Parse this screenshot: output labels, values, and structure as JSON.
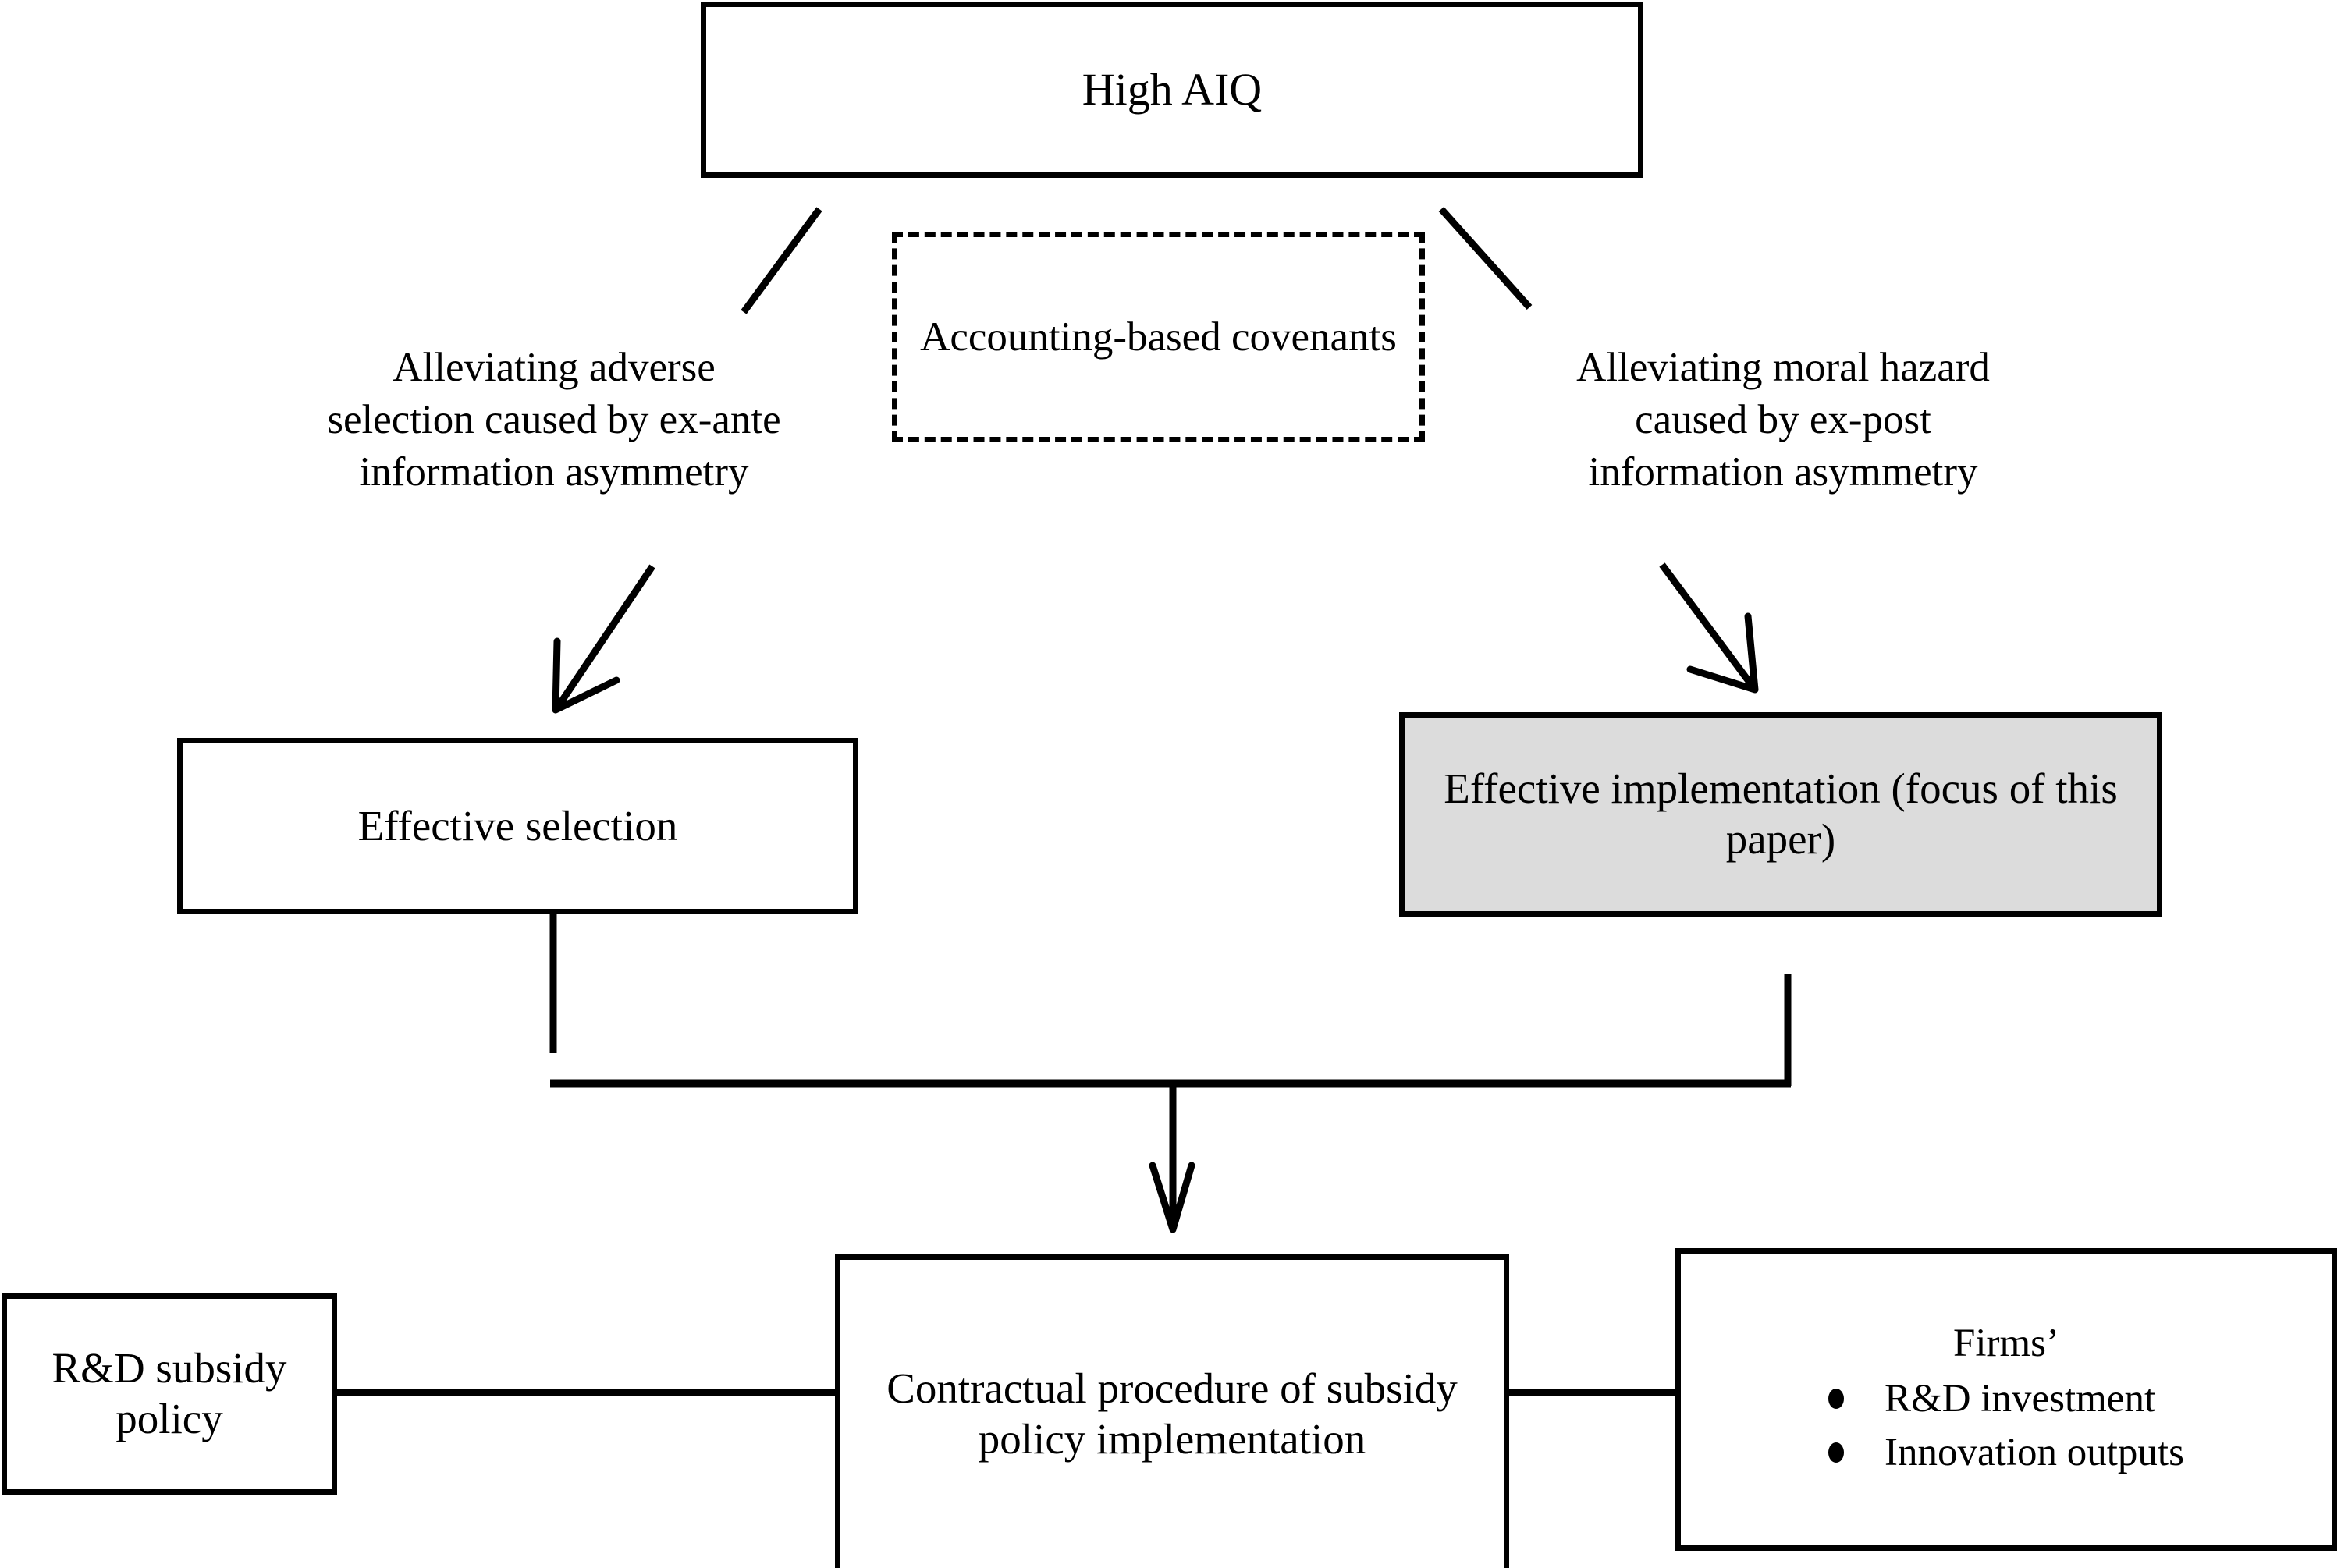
{
  "diagram": {
    "nodes": {
      "top": {
        "label": "High AIQ"
      },
      "covenants": {
        "label": "Accounting-based\ncovenants"
      },
      "left_branch_label": {
        "label": "Alleviating adverse\nselection caused by ex-ante\ninformation asymmetry"
      },
      "right_branch_label": {
        "label": "Alleviating moral hazard\ncaused by ex-post\ninformation asymmetry"
      },
      "effective_selection": {
        "label": "Effective selection"
      },
      "effective_implementation": {
        "label": "Effective implementation\n(focus of this paper)"
      },
      "rd_subsidy_policy": {
        "label": "R&D subsidy policy"
      },
      "contractual_procedure": {
        "label": "Contractual procedure of\nsubsidy policy\nimplementation"
      },
      "firms_outcomes": {
        "heading": "Firms’",
        "bullets": [
          "R&D investment",
          "Innovation outputs"
        ]
      }
    },
    "colors": {
      "stroke": "#000000",
      "background": "#ffffff",
      "shaded_fill": "#dcdcdc"
    }
  }
}
